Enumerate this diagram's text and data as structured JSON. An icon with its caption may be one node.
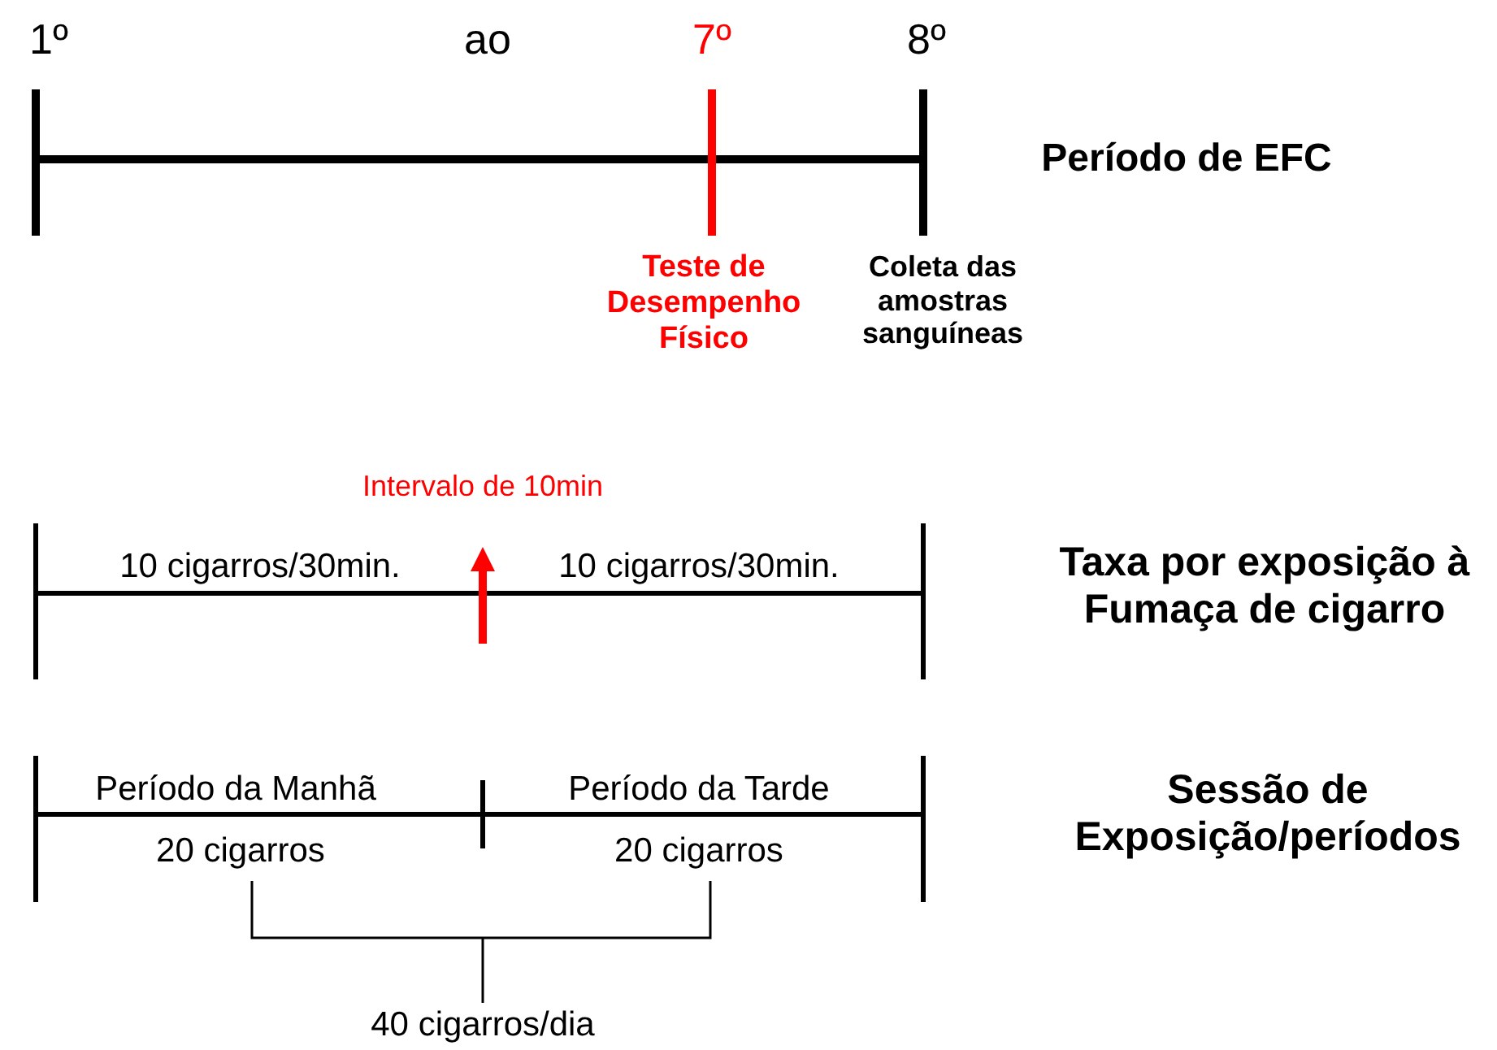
{
  "diagram": {
    "labels": [
      "1º",
      "ao",
      "7º",
      "8º",
      "Período de EFC",
      "Teste de Desempenho Físico",
      "Coleta das amostras sanguíneas",
      "Intervalo de 10min",
      "10 cigarros/30min.",
      "10 cigarros/30min.",
      "Taxa por exposição à Fumaça de cigarro",
      "Período da Manhã",
      "Período da Tarde",
      "Sessão de Exposição/períodos",
      "20 cigarros",
      "20 cigarros",
      "40 cigarros/dia"
    ]
  }
}
